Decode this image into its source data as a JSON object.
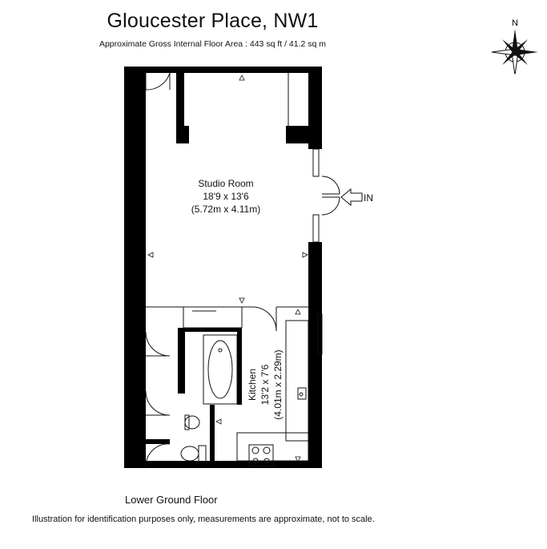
{
  "header": {
    "title": "Gloucester Place, NW1",
    "subtitle": "Approximate Gross Internal Floor Area : 443 sq ft / 41.2 sq m"
  },
  "compass": {
    "north_label": "N"
  },
  "rooms": {
    "studio": {
      "name": "Studio Room",
      "imperial": "18'9 x 13'6",
      "metric": "(5.72m x 4.11m)"
    },
    "kitchen": {
      "name": "Kitchen",
      "imperial": "13'2 x 7'6",
      "metric": "(4.01m x 2.29m)"
    }
  },
  "entrance_label": "IN",
  "floor_label": "Lower Ground Floor",
  "disclaimer": "Illustration for identification purposes only, measurements are approximate, not to scale."
}
